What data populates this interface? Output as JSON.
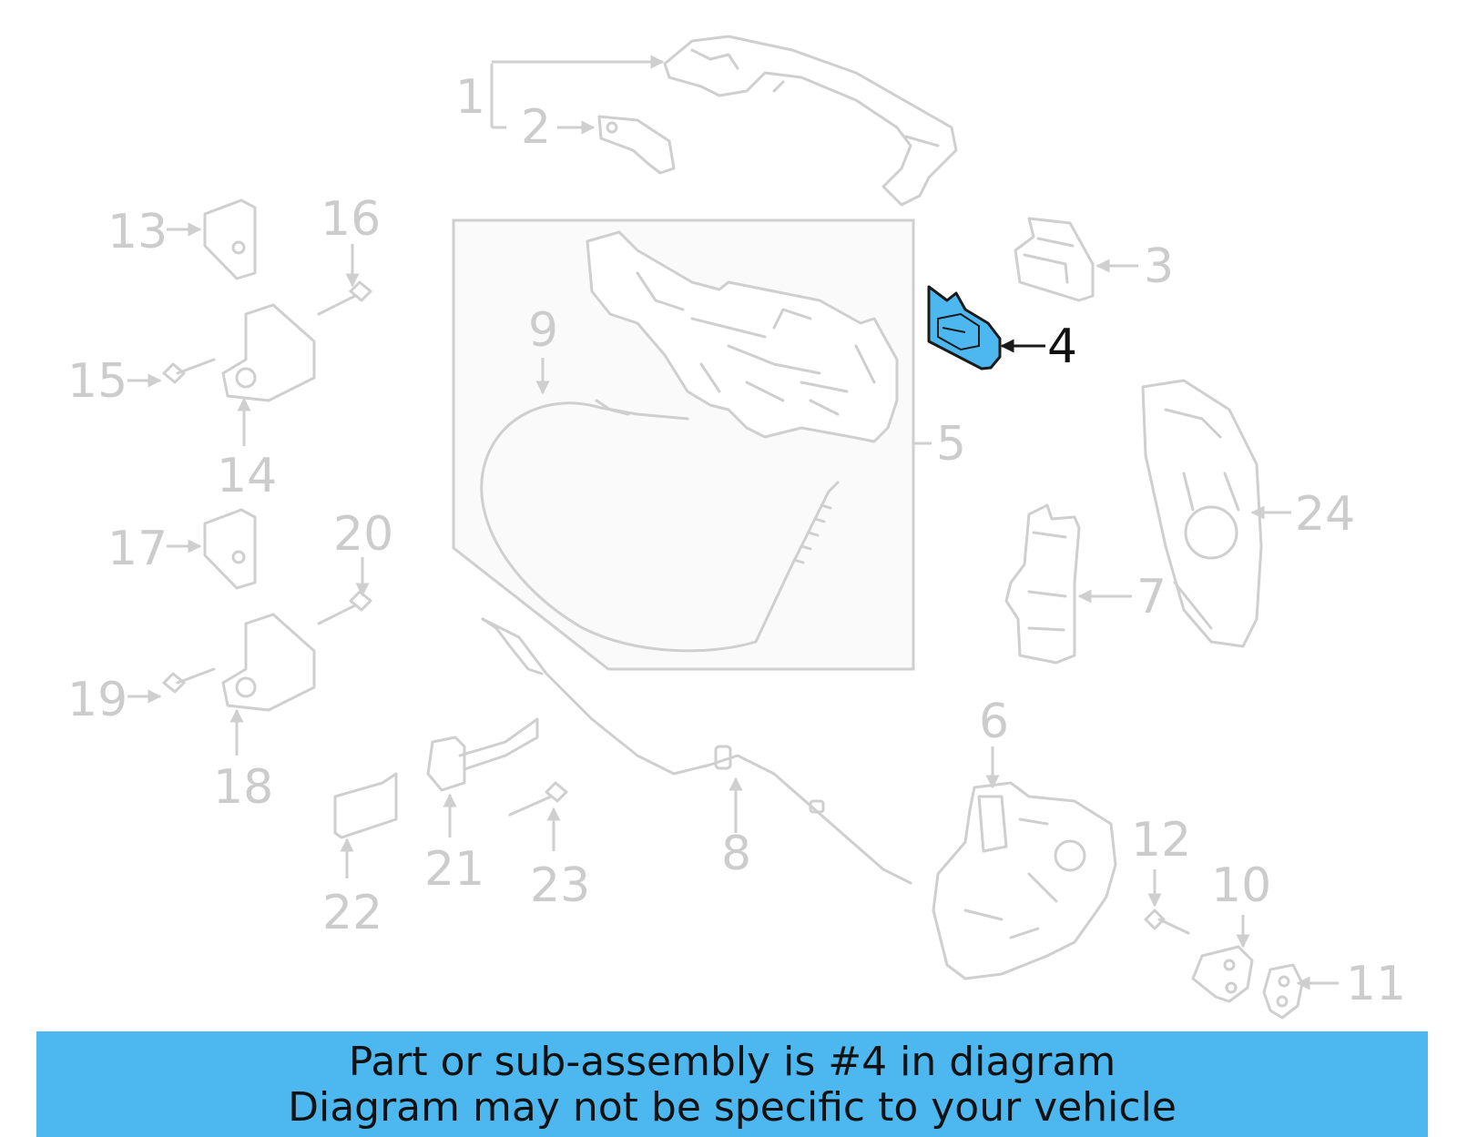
{
  "callouts": {
    "n1": "1",
    "n2": "2",
    "n3": "3",
    "n4": "4",
    "n5": "5",
    "n6": "6",
    "n7": "7",
    "n8": "8",
    "n9": "9",
    "n10": "10",
    "n11": "11",
    "n12": "12",
    "n13": "13",
    "n14": "14",
    "n15": "15",
    "n16": "16",
    "n17": "17",
    "n18": "18",
    "n19": "19",
    "n20": "20",
    "n21": "21",
    "n22": "22",
    "n23": "23",
    "n24": "24"
  },
  "highlighted_part": "4",
  "highlight_color": "#4db8f0",
  "banner": {
    "line1": "Part or sub-assembly is #4 in diagram",
    "line2": "Diagram may not be specific to your vehicle"
  }
}
